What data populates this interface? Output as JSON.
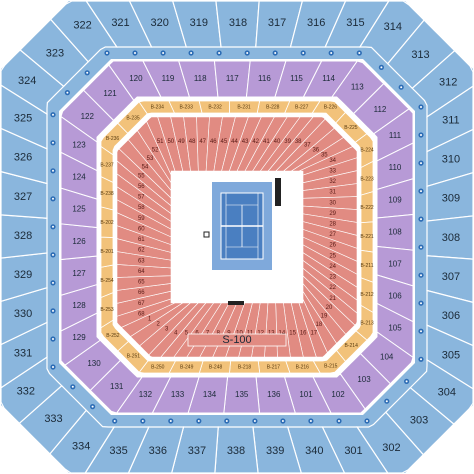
{
  "colors": {
    "upper": "#8ab6dd",
    "mezzanine": "#b79ad6",
    "loge": "#f2c27a",
    "courtside": "#e18b82",
    "court_surround": "#ffffff",
    "court_inner": "#4a7fc1",
    "court_outer": "#7fa9db",
    "accessible_marker": "#2c6cb5"
  },
  "upper_sections": [
    "324",
    "323",
    "322",
    "321",
    "320",
    "319",
    "318",
    "317",
    "316",
    "315",
    "314",
    "313",
    "312",
    "311",
    "310",
    "309",
    "308",
    "307",
    "306",
    "305",
    "304",
    "303",
    "302",
    "301",
    "340",
    "339",
    "338",
    "337",
    "336",
    "335",
    "334",
    "333",
    "332",
    "331",
    "330",
    "329",
    "328",
    "327",
    "326",
    "325"
  ],
  "mezzanine_sections": [
    "122",
    "121",
    "120",
    "119",
    "118",
    "117",
    "116",
    "115",
    "114",
    "113",
    "112",
    "111",
    "110",
    "109",
    "108",
    "107",
    "106",
    "105",
    "104",
    "103",
    "102",
    "101",
    "136",
    "135",
    "134",
    "133",
    "132",
    "131",
    "130",
    "129",
    "128",
    "127",
    "126",
    "125",
    "124",
    "123"
  ],
  "court_sections": [
    "41",
    "40",
    "39",
    "38",
    "37",
    "36",
    "35",
    "34",
    "33",
    "32",
    "31",
    "30",
    "29",
    "28",
    "27",
    "26",
    "25",
    "24",
    "23",
    "22",
    "21",
    "20",
    "19",
    "18",
    "17",
    "16",
    "15",
    "14",
    "13",
    "12",
    "11",
    "10",
    "9",
    "8",
    "7",
    "6",
    "5",
    "4",
    "3",
    "2",
    "1",
    "68",
    "67",
    "66",
    "65",
    "64",
    "63",
    "62",
    "61",
    "60",
    "59",
    "58",
    "57",
    "56",
    "55",
    "54",
    "53",
    "52",
    "51",
    "50",
    "49",
    "48",
    "47",
    "46",
    "45",
    "44",
    "43",
    "42"
  ],
  "labels": {
    "s100": "S-100"
  },
  "loge_top": [
    "B-228",
    "B-227",
    "B-226",
    "B-225",
    "B-224",
    "B-223",
    "B-222",
    "B-221"
  ],
  "loge_bottom": [
    "B-248",
    "B-249",
    "B-250",
    "B-251",
    "B-252",
    "B-253",
    "B-254",
    "B-201",
    "B-202"
  ],
  "loge_left": [
    "B-238",
    "B-237",
    "B-236",
    "B-235",
    "B-234",
    "B-233",
    "B-232",
    "B-231"
  ],
  "loge_right": [
    "B-211",
    "B-212",
    "B-213",
    "B-214",
    "B-215",
    "B-216",
    "B-217",
    "B-218"
  ],
  "accessible_icon": "wheelchair-icon"
}
